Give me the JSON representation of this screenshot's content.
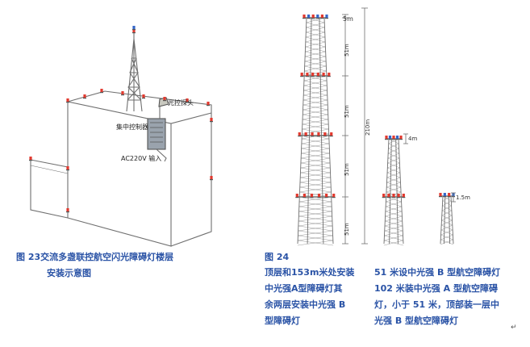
{
  "colors": {
    "line": "#6f6f6f",
    "light_red": "#e23a2f",
    "light_blue": "#3567c8",
    "caption": "#2a53a6"
  },
  "fig23": {
    "labels": {
      "sensor": "光控探头",
      "controller": "集中控制器",
      "power": "AC220V 输入"
    },
    "caption": {
      "line1": "图 23交流多盏联控航空闪光障碍灯楼层",
      "line2": "安装示意图"
    }
  },
  "fig24": {
    "dimensions": {
      "top": "5m",
      "seg1": "51m",
      "seg2": "51m",
      "seg3": "51m",
      "seg4": "51m",
      "total": "210m",
      "mid": "4m",
      "small": "1.5m"
    },
    "caption": {
      "number": "图 24",
      "left": [
        "顶层和153m米处安装",
        "中光强A型障碍灯其",
        "余两层安装中光强 B",
        "型障碍灯"
      ],
      "right": [
        "51 米设中光强 B 型航空障碍灯",
        "102 米装中光强 A 型航空障碍",
        "灯，小于 51 米，顶部装一层中",
        "光强 B 型航空障碍灯"
      ]
    },
    "return_mark": "↵"
  }
}
